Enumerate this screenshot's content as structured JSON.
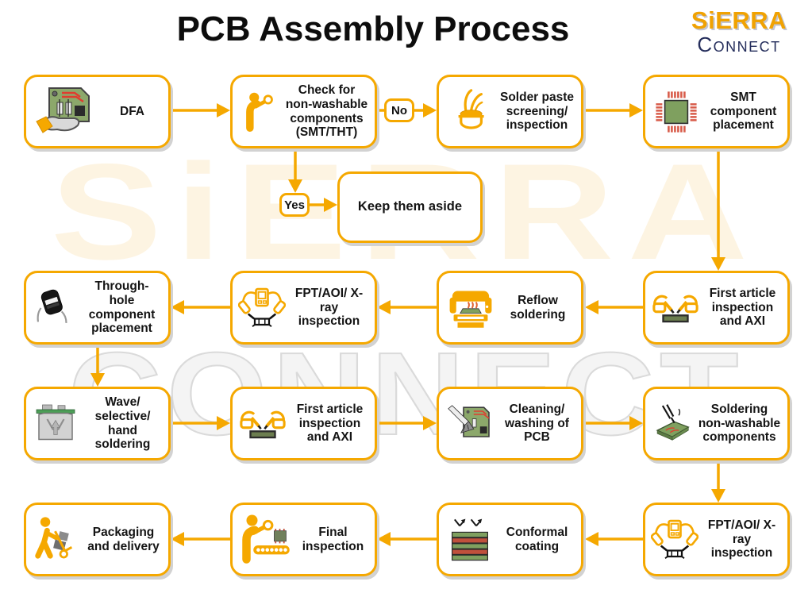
{
  "title": "PCB Assembly Process",
  "logo": {
    "brand": "SiERRA",
    "sub": "Connect"
  },
  "watermark": {
    "line1": "SiERRA",
    "line2": "CONNECT"
  },
  "decision_labels": {
    "no": "No",
    "yes": "Yes"
  },
  "colors": {
    "accent": "#F5A800",
    "text": "#141414",
    "logo_gold": "#F0A202",
    "logo_navy": "#252E5C",
    "pcb_green": "#7FA05F",
    "trace_red": "#D85B49",
    "shadow_grey": "#D2D2D2"
  },
  "nodes": {
    "dfa": {
      "label": "DFA",
      "icon": "pcb-in-hand-icon"
    },
    "check_nonwashable": {
      "label": "Check for non-washable components (SMT/THT)",
      "icon": "person-magnifier-icon"
    },
    "solder_paste": {
      "label": "Solder paste screening/ inspection",
      "icon": "solder-paste-pot-icon"
    },
    "smt_placement": {
      "label": "SMT component placement",
      "icon": "smt-chip-icon"
    },
    "keep_aside": {
      "label": "Keep them aside"
    },
    "fai_axi_top": {
      "label": "First article inspection and AXI",
      "icon": "probe-hands-icon"
    },
    "reflow": {
      "label": "Reflow soldering",
      "icon": "reflow-oven-icon"
    },
    "fpt_mid": {
      "label": "FPT/AOI/ X-ray inspection",
      "icon": "test-probes-icon"
    },
    "tht_placement": {
      "label": "Through- hole component placement",
      "icon": "tht-component-icon"
    },
    "wave_soldering": {
      "label": "Wave/ selective/ hand soldering",
      "icon": "wave-solder-tank-icon"
    },
    "fai_axi_mid": {
      "label": "First article inspection and AXI",
      "icon": "probe-hands-icon"
    },
    "cleaning": {
      "label": "Cleaning/ washing of PCB",
      "icon": "pcb-brush-icon"
    },
    "soldering_nonwashable": {
      "label": "Soldering non-washable components",
      "icon": "soldering-iron-icon"
    },
    "fpt_bottom": {
      "label": "FPT/AOI/ X-ray inspection",
      "icon": "test-probes-icon"
    },
    "conformal": {
      "label": "Conformal coating",
      "icon": "coating-layers-icon"
    },
    "final_inspection": {
      "label": "Final inspection",
      "icon": "conveyor-inspection-icon"
    },
    "packaging": {
      "label": "Packaging and delivery",
      "icon": "hand-truck-icon"
    }
  }
}
